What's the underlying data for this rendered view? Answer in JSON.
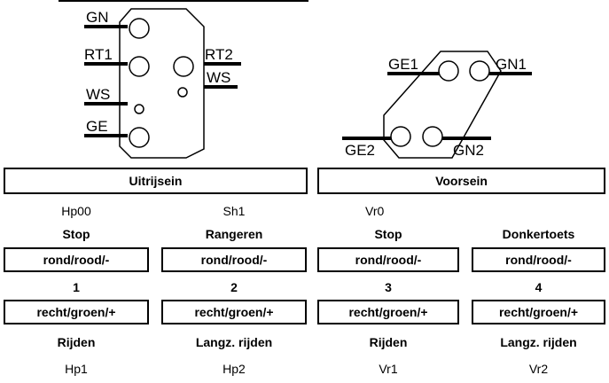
{
  "uitrij_signal": {
    "labels": {
      "gn": "GN",
      "rt1": "RT1",
      "rt2": "RT2",
      "ws_left": "WS",
      "ws_right": "WS",
      "ge": "GE"
    }
  },
  "voor_signal": {
    "labels": {
      "ge1": "GE1",
      "gn1": "GN1",
      "ge2": "GE2",
      "gn2": "GN2"
    }
  },
  "headers": {
    "uitrijsein": "Uitrijsein",
    "voorsein": "Voorsein"
  },
  "columns": [
    {
      "signal_top": "Hp00",
      "state_top": "Stop",
      "box_top": "rond/rood/-",
      "number": "1",
      "box_bottom": "recht/groen/+",
      "state_bottom": "Rijden",
      "signal_bottom": "Hp1"
    },
    {
      "signal_top": "Sh1",
      "state_top": "Rangeren",
      "box_top": "rond/rood/-",
      "number": "2",
      "box_bottom": "recht/groen/+",
      "state_bottom": "Langz. rijden",
      "signal_bottom": "Hp2"
    },
    {
      "signal_top": "Vr0",
      "state_top": "Stop",
      "box_top": "rond/rood/-",
      "number": "3",
      "box_bottom": "recht/groen/+",
      "state_bottom": "Rijden",
      "signal_bottom": "Vr1"
    },
    {
      "signal_top": "",
      "state_top": "Donkertoets",
      "box_top": "rond/rood/-",
      "number": "4",
      "box_bottom": "recht/groen/+",
      "state_bottom": "Langz. rijden",
      "signal_bottom": "Vr2"
    }
  ]
}
